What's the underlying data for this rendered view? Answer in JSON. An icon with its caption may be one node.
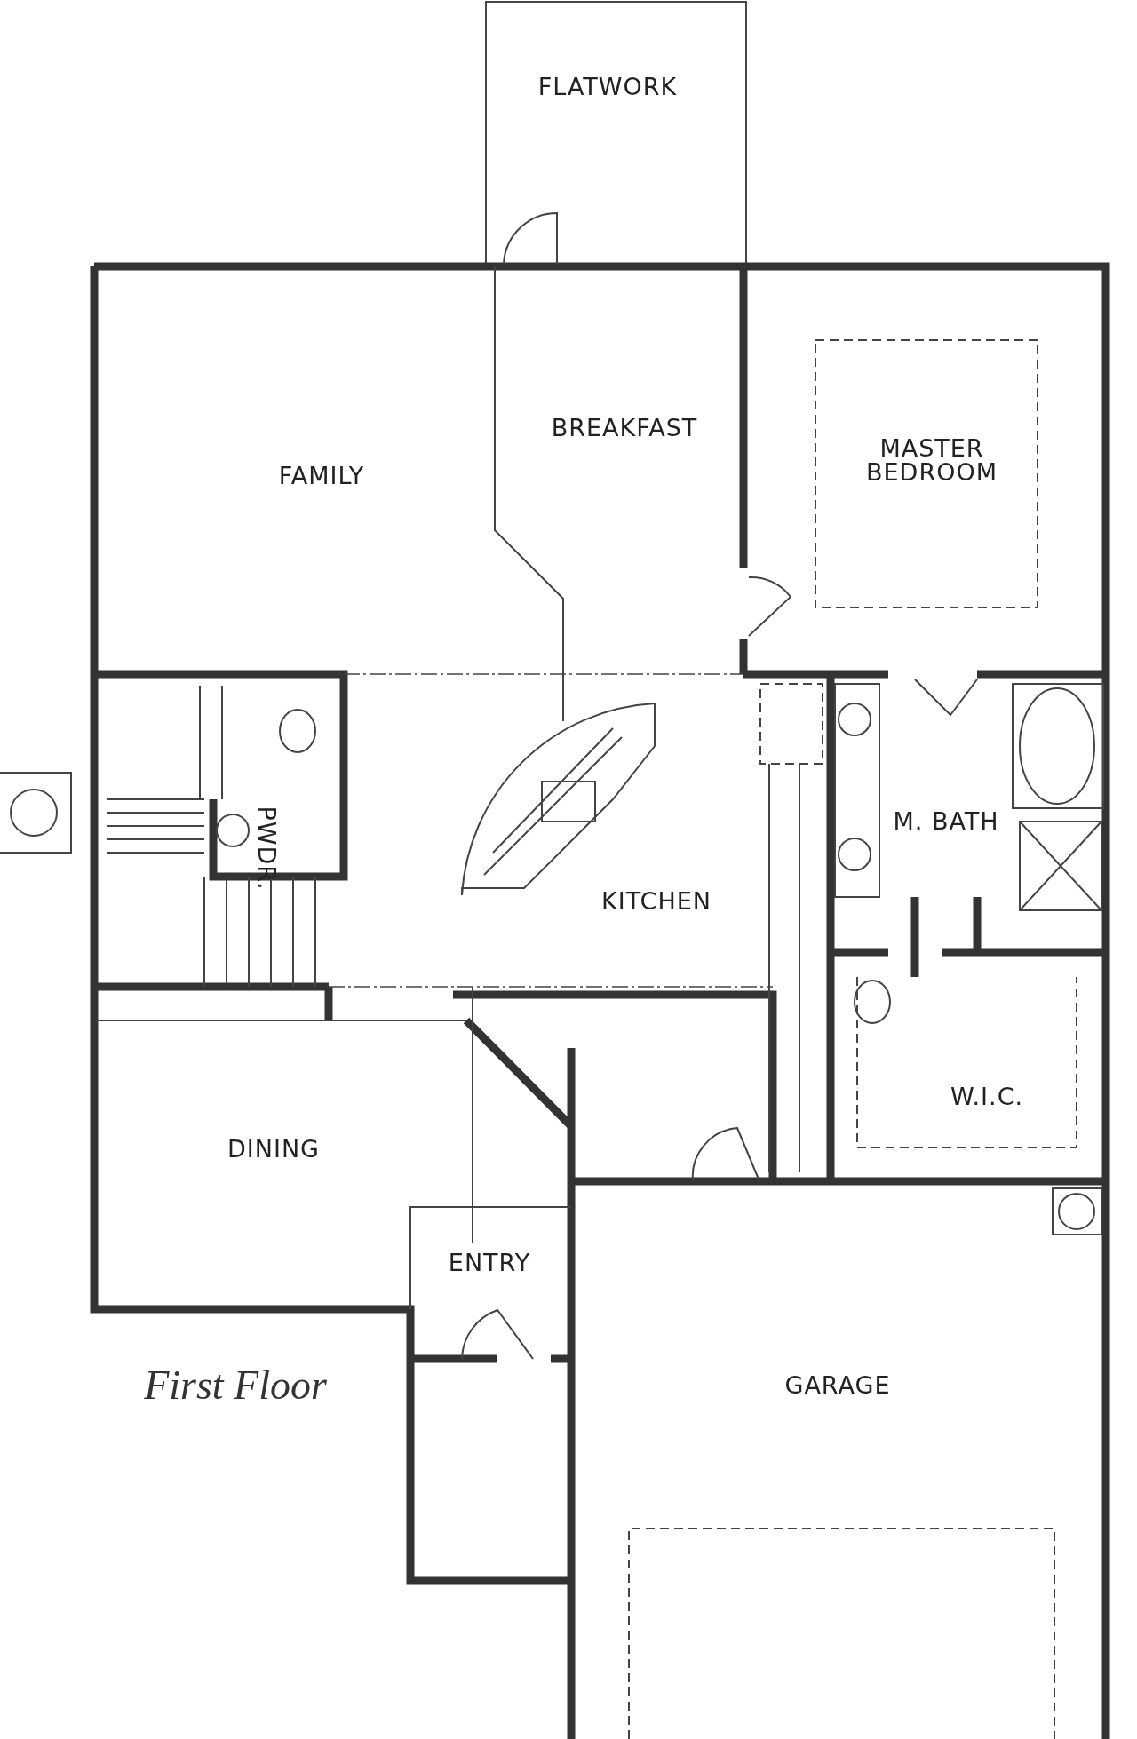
{
  "diagram": {
    "caption": "First Floor",
    "labels": [
      "FLATWORK",
      "BREAKFAST",
      "FAMILY",
      "MASTER BEDROOM",
      "PWDR.",
      "M. BATH",
      "KITCHEN",
      "W.I.C.",
      "DINING",
      "ENTRY",
      "GARAGE"
    ]
  }
}
